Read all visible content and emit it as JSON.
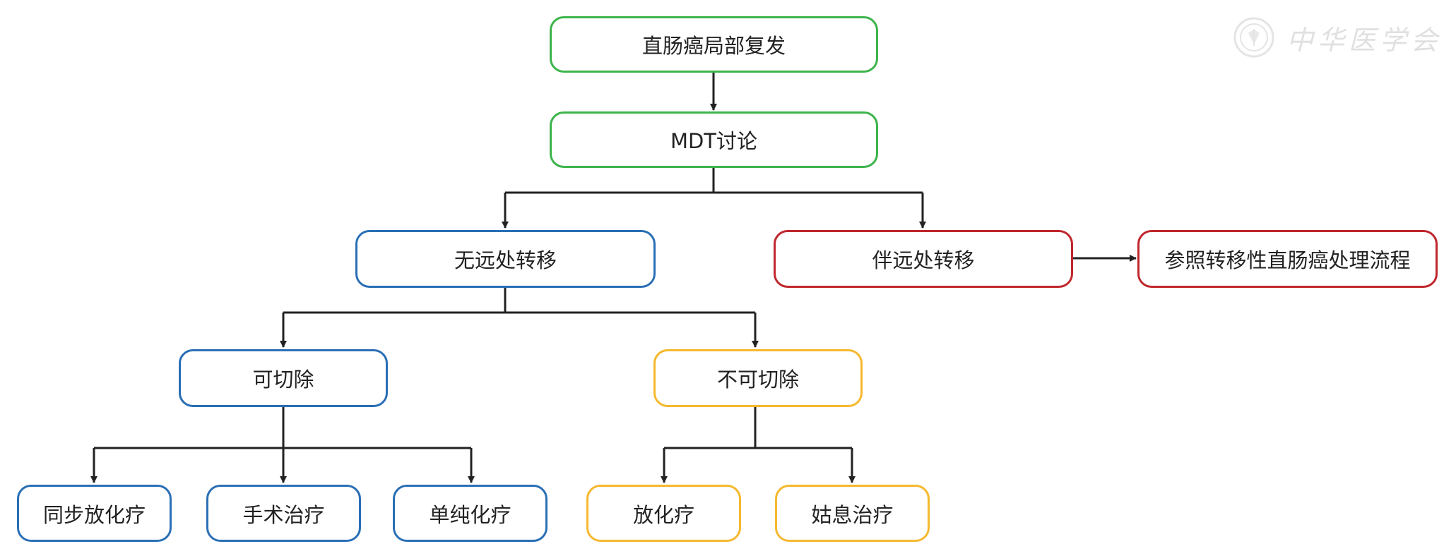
{
  "diagram": {
    "nodes": {
      "local_recurrence": "直肠癌局部复发",
      "mdt": "MDT讨论",
      "no_distant_mets": "无远处转移",
      "with_distant_mets": "伴远处转移",
      "metastatic_flow": "参照转移性直肠癌处理流程",
      "resectable": "可切除",
      "unresectable": "不可切除",
      "concurrent_chemoradio": "同步放化疗",
      "surgery": "手术治疗",
      "chemo_only": "单纯化疗",
      "chemoradio": "放化疗",
      "palliative": "姑息治疗"
    },
    "colors": {
      "green": "#3cb44b",
      "blue": "#2a6fb5",
      "red": "#c0272d",
      "yellow": "#f5b82e",
      "line": "#222222"
    }
  },
  "watermark": {
    "text": "中华医学会",
    "icon": "society-seal-icon"
  }
}
